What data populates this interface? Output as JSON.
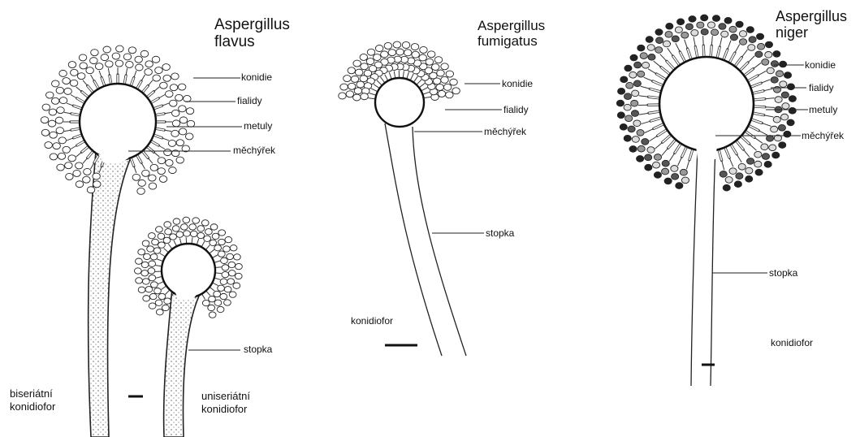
{
  "panels": [
    {
      "title_line1": "Aspergillus",
      "title_line2": "flavus",
      "labels": {
        "konidie": "konidie",
        "fialidy": "fialidy",
        "metuly": "metuly",
        "mechyrek": "měchýřek",
        "stopka": "stopka"
      },
      "caption_a_line1": "biseriátní",
      "caption_a_line2": "konidiofor",
      "caption_b_line1": "uniseriátní",
      "caption_b_line2": "konidiofor"
    },
    {
      "title_line1": "Aspergillus",
      "title_line2": "fumigatus",
      "labels": {
        "konidie": "konidie",
        "fialidy": "fialidy",
        "mechyrek": "měchýřek",
        "stopka": "stopka"
      },
      "caption": "konidiofor"
    },
    {
      "title_line1": "Aspergillus",
      "title_line2": "niger",
      "labels": {
        "konidie": "konidie",
        "fialidy": "fialidy",
        "metuly": "metuly",
        "mechyrek": "měchýřek",
        "stopka": "stopka"
      },
      "caption": "konidiofor"
    }
  ]
}
